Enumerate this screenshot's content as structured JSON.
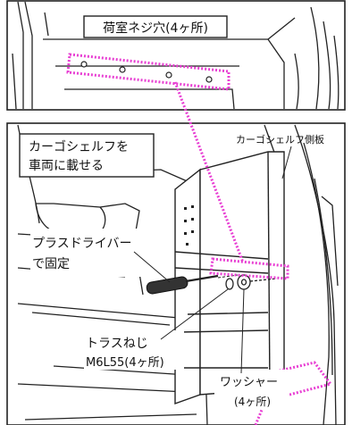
{
  "top_panel": {
    "label": "荷室ネジ穴(4ヶ所)"
  },
  "bottom_panel": {
    "callout_place": [
      "カーゴシェルフを",
      "車両に載せる"
    ],
    "side_panel_label": "カーゴシェルフ側板",
    "callout_screwdriver": [
      "プラスドライバー",
      "で固定"
    ],
    "callout_screw": [
      "トラスねじ",
      "M6L55(4ヶ所)"
    ],
    "callout_washer": [
      "ワッシャー",
      "(4ヶ所)"
    ]
  },
  "colors": {
    "line": "#1a1a1a",
    "highlight": "#e83fd3",
    "background": "#ffffff"
  }
}
